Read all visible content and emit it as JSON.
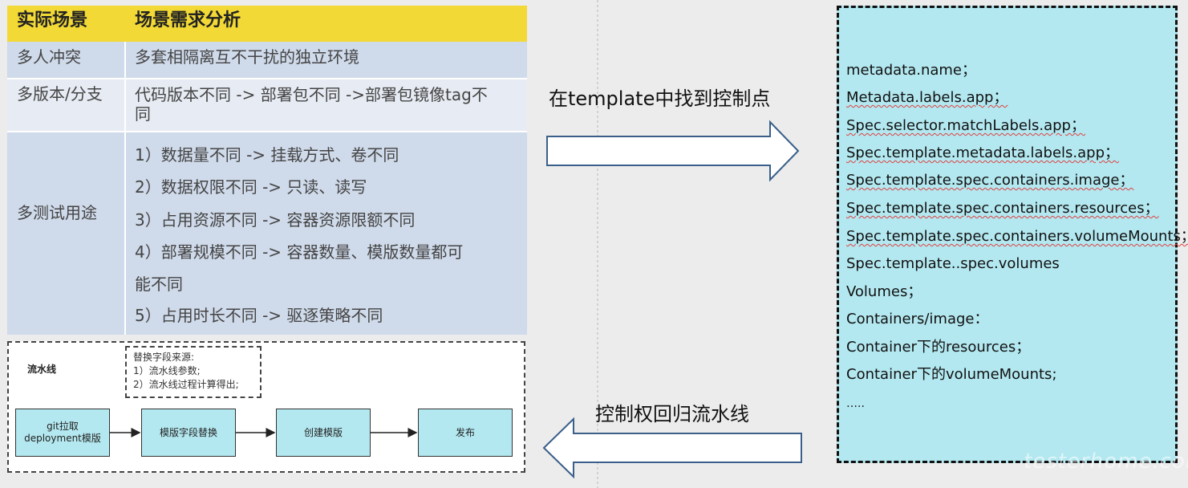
{
  "table": {
    "header": [
      "实际场景",
      "场景需求分析"
    ],
    "rows": [
      {
        "scenario": "多人冲突",
        "analysis": "多套相隔离互不干扰的独立环境"
      },
      {
        "scenario": "多版本/分支",
        "analysis_line1": "代码版本不同 ->  部署包不同 ->部署包镜像tag不",
        "analysis_line2": "同"
      },
      {
        "scenario": "多测试用途",
        "items": [
          "1）数据量不同  ->   挂载方式、卷不同",
          "2）数据权限不同 -> 只读、读写",
          "3）占用资源不同  -> 容器资源限额不同",
          "4）部署规模不同   ->  容器数量、模版数量都可",
          "能不同",
          "5）占用时长不同   ->  驱逐策略不同"
        ]
      }
    ]
  },
  "pipeline": {
    "title": "流水线",
    "note_lines": [
      "替换字段来源:",
      "1）流水线参数;",
      "2）流水线过程计算得出;"
    ],
    "steps": [
      "git拉取\ndeployment模版",
      "模版字段替换",
      "创建模版",
      "发布"
    ]
  },
  "arrows": {
    "right_label": "在template中找到控制点",
    "left_label": "控制权回归流水线",
    "color": "#3a5f8a"
  },
  "fields": [
    "metadata.name；",
    "Metadata.labels.app；",
    "Spec.selector.matchLabels.app；",
    "Spec.template.metadata.labels.app；",
    "Spec.template.spec.containers.image；",
    "Spec.template.spec.containers.resources；",
    "Spec.template.spec.containers.volumeMounts；",
    "Spec.template..spec.volumes",
    "Volumes；",
    "Containers/image：",
    "Container下的resources；",
    "Container下的volumeMounts;",
    "….."
  ],
  "watermark": "testerhome.com"
}
